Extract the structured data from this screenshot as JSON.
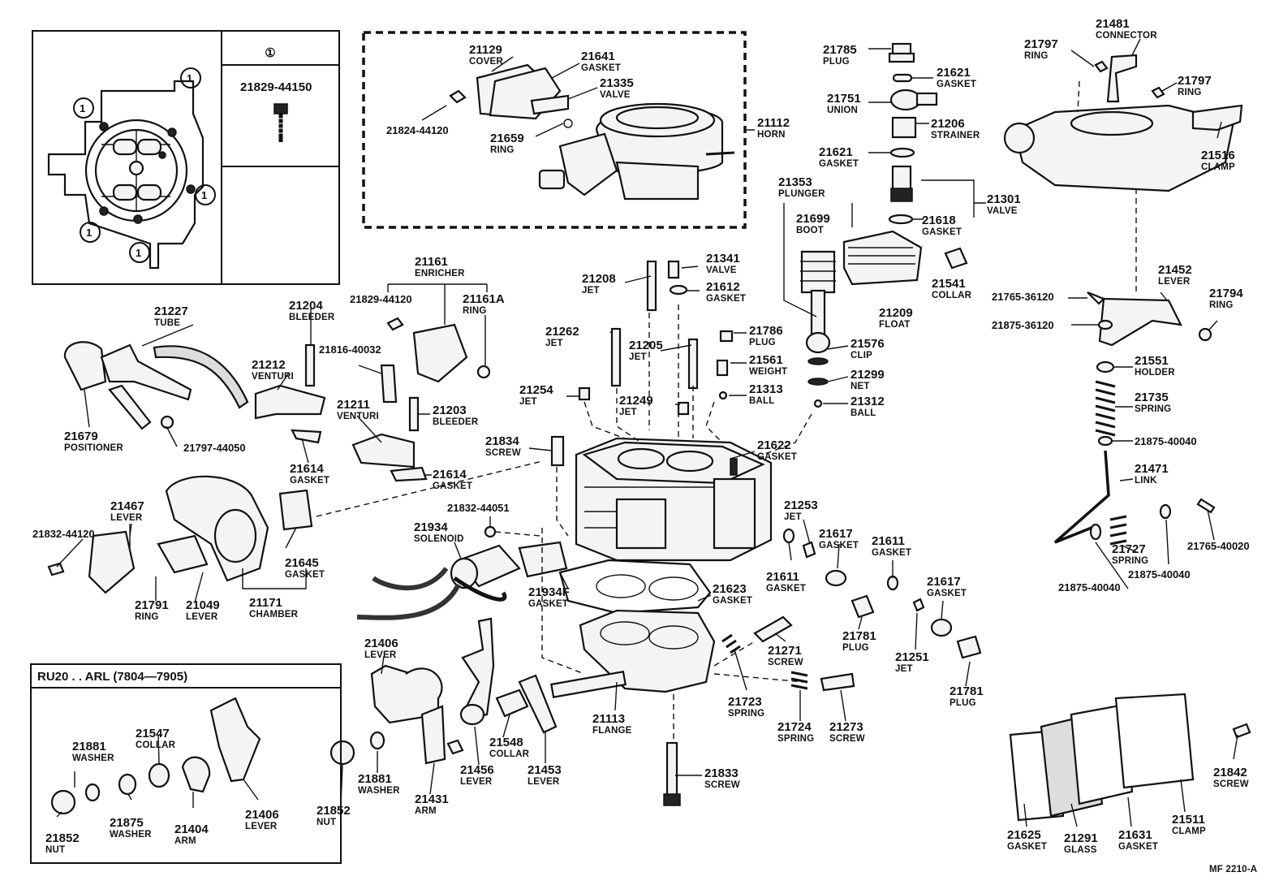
{
  "diagram_code": "MF 2210-A",
  "detail_box": {
    "marker": "①",
    "part_number": "21829-44150"
  },
  "inset_title": "RU20 . . ARL (7804—7905)",
  "labels": [
    {
      "id": "21129",
      "number": "21129",
      "name": "COVER"
    },
    {
      "id": "21641",
      "number": "21641",
      "name": "GASKET"
    },
    {
      "id": "21335",
      "number": "21335",
      "name": "VALVE"
    },
    {
      "id": "21824-44120",
      "number": "21824-44120",
      "name": ""
    },
    {
      "id": "21659",
      "number": "21659",
      "name": "RING"
    },
    {
      "id": "21112",
      "number": "21112",
      "name": "HORN"
    },
    {
      "id": "21785",
      "number": "21785",
      "name": "PLUG"
    },
    {
      "id": "21621a",
      "number": "21621",
      "name": "GASKET"
    },
    {
      "id": "21751",
      "number": "21751",
      "name": "UNION"
    },
    {
      "id": "21206",
      "number": "21206",
      "name": "STRAINER"
    },
    {
      "id": "21621b",
      "number": "21621",
      "name": "GASKET"
    },
    {
      "id": "21301",
      "number": "21301",
      "name": "VALVE"
    },
    {
      "id": "21618",
      "number": "21618",
      "name": "GASKET"
    },
    {
      "id": "21353",
      "number": "21353",
      "name": "PLUNGER"
    },
    {
      "id": "21699",
      "number": "21699",
      "name": "BOOT"
    },
    {
      "id": "21209",
      "number": "21209",
      "name": "FLOAT"
    },
    {
      "id": "21541",
      "number": "21541",
      "name": "COLLAR"
    },
    {
      "id": "21481",
      "number": "21481",
      "name": "CONNECTOR"
    },
    {
      "id": "21797a",
      "number": "21797",
      "name": "RING"
    },
    {
      "id": "21797b",
      "number": "21797",
      "name": "RING"
    },
    {
      "id": "21516",
      "number": "21516",
      "name": "CLAMP"
    },
    {
      "id": "21161",
      "number": "21161",
      "name": "ENRICHER"
    },
    {
      "id": "21829-44120",
      "number": "21829-44120",
      "name": ""
    },
    {
      "id": "21161A",
      "number": "21161A",
      "name": "RING"
    },
    {
      "id": "21227",
      "number": "21227",
      "name": "TUBE"
    },
    {
      "id": "21204",
      "number": "21204",
      "name": "BLEEDER"
    },
    {
      "id": "21212",
      "number": "21212",
      "name": "VENTURI"
    },
    {
      "id": "21816-40032",
      "number": "21816-40032",
      "name": ""
    },
    {
      "id": "21679",
      "number": "21679",
      "name": "POSITIONER"
    },
    {
      "id": "21797-44050",
      "number": "21797-44050",
      "name": ""
    },
    {
      "id": "21211",
      "number": "21211",
      "name": "VENTURI"
    },
    {
      "id": "21203",
      "number": "21203",
      "name": "BLEEDER"
    },
    {
      "id": "21614a",
      "number": "21614",
      "name": "GASKET"
    },
    {
      "id": "21614b",
      "number": "21614",
      "name": "GASKET"
    },
    {
      "id": "21208",
      "number": "21208",
      "name": "JET"
    },
    {
      "id": "21341",
      "number": "21341",
      "name": "VALVE"
    },
    {
      "id": "21612",
      "number": "21612",
      "name": "GASKET"
    },
    {
      "id": "21262",
      "number": "21262",
      "name": "JET"
    },
    {
      "id": "21205",
      "number": "21205",
      "name": "JET"
    },
    {
      "id": "21786",
      "number": "21786",
      "name": "PLUG"
    },
    {
      "id": "21561",
      "number": "21561",
      "name": "WEIGHT"
    },
    {
      "id": "21576",
      "number": "21576",
      "name": "CLIP"
    },
    {
      "id": "21299",
      "number": "21299",
      "name": "NET"
    },
    {
      "id": "21313",
      "number": "21313",
      "name": "BALL"
    },
    {
      "id": "21312",
      "number": "21312",
      "name": "BALL"
    },
    {
      "id": "21254",
      "number": "21254",
      "name": "JET"
    },
    {
      "id": "21249",
      "number": "21249",
      "name": "JET"
    },
    {
      "id": "21834",
      "number": "21834",
      "name": "SCREW"
    },
    {
      "id": "21622",
      "number": "21622",
      "name": "GASKET"
    },
    {
      "id": "21765-36120",
      "number": "21765-36120",
      "name": ""
    },
    {
      "id": "21452",
      "number": "21452",
      "name": "LEVER"
    },
    {
      "id": "21794",
      "number": "21794",
      "name": "RING"
    },
    {
      "id": "21875-36120",
      "number": "21875-36120",
      "name": ""
    },
    {
      "id": "21551",
      "number": "21551",
      "name": "HOLDER"
    },
    {
      "id": "21735",
      "number": "21735",
      "name": "SPRING"
    },
    {
      "id": "21875-40040a",
      "number": "21875-40040",
      "name": ""
    },
    {
      "id": "21471",
      "number": "21471",
      "name": "LINK"
    },
    {
      "id": "21727",
      "number": "21727",
      "name": "SPRING"
    },
    {
      "id": "21765-40020",
      "number": "21765-40020",
      "name": ""
    },
    {
      "id": "21875-40040b",
      "number": "21875-40040",
      "name": ""
    },
    {
      "id": "21875-40040c",
      "number": "21875-40040",
      "name": ""
    },
    {
      "id": "21467",
      "number": "21467",
      "name": "LEVER"
    },
    {
      "id": "21832-44120",
      "number": "21832-44120",
      "name": ""
    },
    {
      "id": "21791",
      "number": "21791",
      "name": "RING"
    },
    {
      "id": "21049",
      "number": "21049",
      "name": "LEVER"
    },
    {
      "id": "21171",
      "number": "21171",
      "name": "CHAMBER"
    },
    {
      "id": "21645",
      "number": "21645",
      "name": "GASKET"
    },
    {
      "id": "21832-44051",
      "number": "21832-44051",
      "name": ""
    },
    {
      "id": "21934",
      "number": "21934",
      "name": "SOLENOID"
    },
    {
      "id": "21934F",
      "number": "21934F",
      "name": "GASKET"
    },
    {
      "id": "21253",
      "number": "21253",
      "name": "JET"
    },
    {
      "id": "21611a",
      "number": "21611",
      "name": "GASKET"
    },
    {
      "id": "21617a",
      "number": "21617",
      "name": "GASKET"
    },
    {
      "id": "21611b",
      "number": "21611",
      "name": "GASKET"
    },
    {
      "id": "21623",
      "number": "21623",
      "name": "GASKET"
    },
    {
      "id": "21781a",
      "number": "21781",
      "name": "PLUG"
    },
    {
      "id": "21617b",
      "number": "21617",
      "name": "GASKET"
    },
    {
      "id": "21251",
      "number": "21251",
      "name": "JET"
    },
    {
      "id": "21781b",
      "number": "21781",
      "name": "PLUG"
    },
    {
      "id": "21271",
      "number": "21271",
      "name": "SCREW"
    },
    {
      "id": "21723",
      "number": "21723",
      "name": "SPRING"
    },
    {
      "id": "21724",
      "number": "21724",
      "name": "SPRING"
    },
    {
      "id": "21273",
      "number": "21273",
      "name": "SCREW"
    },
    {
      "id": "21113",
      "number": "21113",
      "name": "FLANGE"
    },
    {
      "id": "21833",
      "number": "21833",
      "name": "SCREW"
    },
    {
      "id": "21406a",
      "number": "21406",
      "name": "LEVER"
    },
    {
      "id": "21456",
      "number": "21456",
      "name": "LEVER"
    },
    {
      "id": "21548",
      "number": "21548",
      "name": "COLLAR"
    },
    {
      "id": "21453",
      "number": "21453",
      "name": "LEVER"
    },
    {
      "id": "21431",
      "number": "21431",
      "name": "ARM"
    },
    {
      "id": "21881a",
      "number": "21881",
      "name": "WASHER"
    },
    {
      "id": "21852a",
      "number": "21852",
      "name": "NUT"
    },
    {
      "id": "21881b",
      "number": "21881",
      "name": "WASHER"
    },
    {
      "id": "21547",
      "number": "21547",
      "name": "COLLAR"
    },
    {
      "id": "21875",
      "number": "21875",
      "name": "WASHER"
    },
    {
      "id": "21852b",
      "number": "21852",
      "name": "NUT"
    },
    {
      "id": "21404",
      "number": "21404",
      "name": "ARM"
    },
    {
      "id": "21406b",
      "number": "21406",
      "name": "LEVER"
    },
    {
      "id": "21625",
      "number": "21625",
      "name": "GASKET"
    },
    {
      "id": "21291",
      "number": "21291",
      "name": "GLASS"
    },
    {
      "id": "21631",
      "number": "21631",
      "name": "GASKET"
    },
    {
      "id": "21511",
      "number": "21511",
      "name": "CLAMP"
    },
    {
      "id": "21842",
      "number": "21842",
      "name": "SCREW"
    }
  ]
}
